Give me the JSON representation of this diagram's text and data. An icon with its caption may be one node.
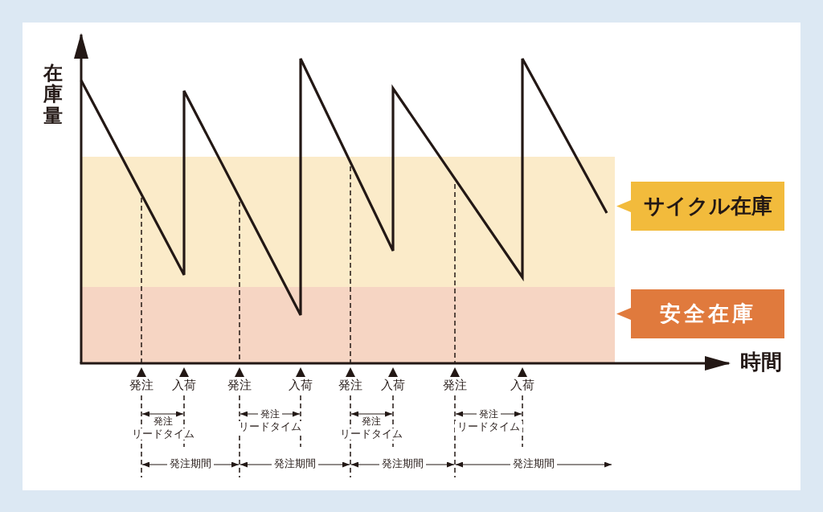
{
  "diagram": {
    "nodes": [
      {
        "text": [
          "サイクル在庫"
        ]
      },
      {
        "text": [
          "安全在庫"
        ]
      }
    ],
    "labels": [
      "在庫量",
      "時間",
      "発注",
      "入荷",
      "発注",
      "入荷",
      "発注",
      "入荷",
      "発注",
      "入荷",
      "発注",
      "リードタイム",
      "発注",
      "リードタイム",
      "発注",
      "リードタイム",
      "発注",
      "リードタイム",
      "発注期間",
      "発注期間",
      "発注期間",
      "発注期間"
    ]
  }
}
